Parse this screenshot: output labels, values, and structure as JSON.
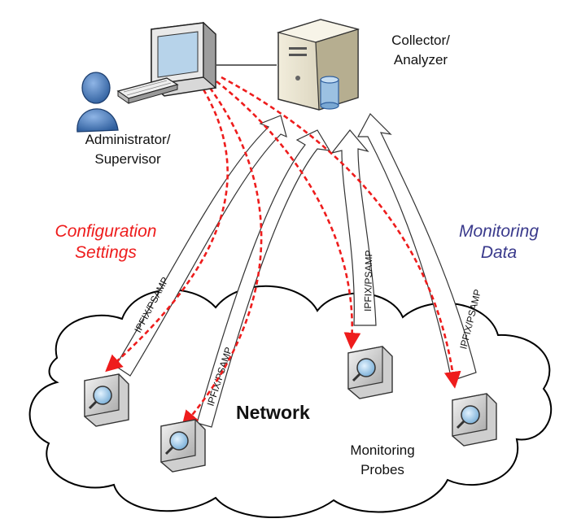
{
  "labels": {
    "collector_line1": "Collector/",
    "collector_line2": "Analyzer",
    "admin_line1": "Administrator/",
    "admin_line2": "Supervisor",
    "config_line1": "Configuration",
    "config_line2": "Settings",
    "monitoring_line1": "Monitoring",
    "monitoring_line2": "Data",
    "network": "Network",
    "probes_line1": "Monitoring",
    "probes_line2": "Probes"
  },
  "protocol_label": "IPFIX/PSAMP",
  "icons": {
    "workstation": "computer-monitor-icon",
    "server": "server-tower-icon",
    "user": "user-person-icon",
    "keyboard": "keyboard-icon",
    "probe": "monitoring-probe-icon",
    "cloud": "network-cloud-icon"
  },
  "colors": {
    "config_arrow": "#ee1c1c",
    "monitoring_text": "#3a3a8c",
    "user_blue": "#4a7fbf"
  }
}
